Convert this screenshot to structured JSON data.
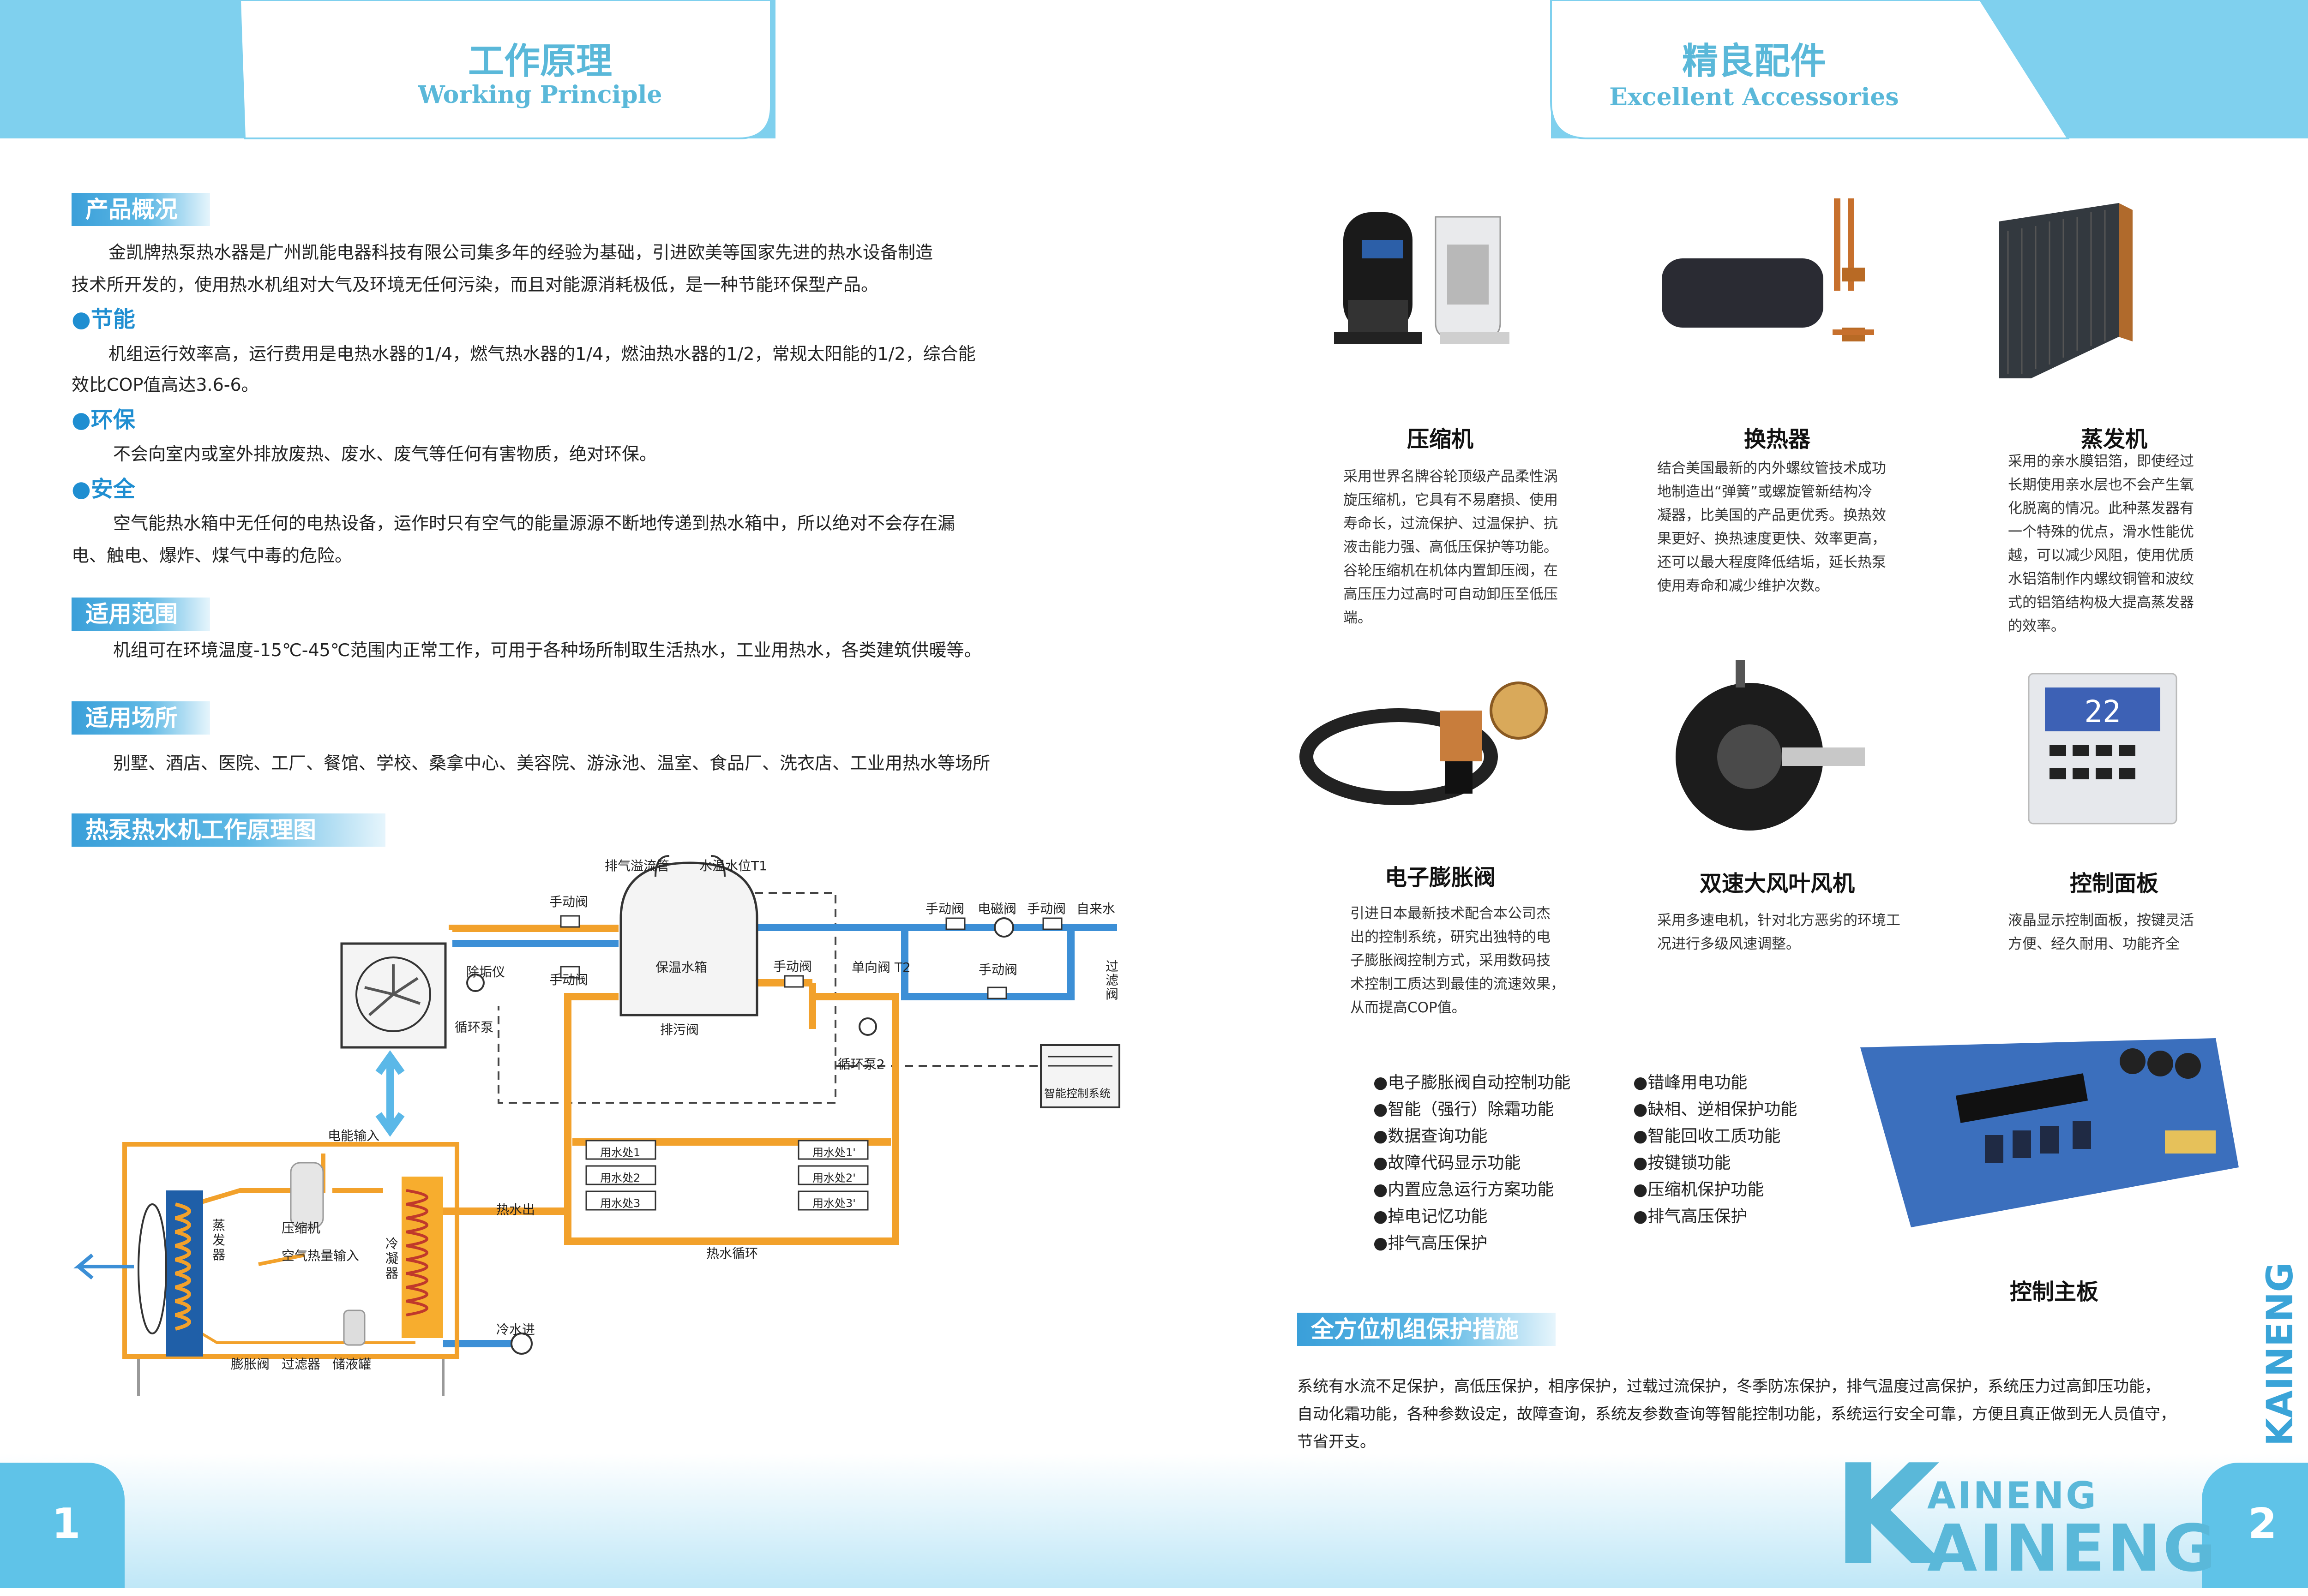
{
  "left_page": {
    "header": {
      "title_cn": "工作原理",
      "title_en": "Working Principle"
    },
    "overview": {
      "heading": "产品概况",
      "line1": "金凯牌热泵热水器是广州凯能电器科技有限公司集多年的经验为基础，引进欧美等国家先进的热水设备制造",
      "line2": "技术所开发的，使用热水机组对大气及环境无任何污染，而且对能源消耗极低，是一种节能环保型产品。"
    },
    "energy": {
      "label": "●节能",
      "line1": "机组运行效率高，运行费用是电热水器的1/4，燃气热水器的1/4，燃油热水器的1/2，常规太阳能的1/2，综合能",
      "line2": "效比COP值高达3.6-6。"
    },
    "eco": {
      "label": "●环保",
      "line1": "不会向室内或室外排放废热、废水、废气等任何有害物质，绝对环保。"
    },
    "safety": {
      "label": "●安全",
      "line1": "空气能热水箱中无任何的电热设备，运作时只有空气的能量源源不断地传递到热水箱中，所以绝对不会存在漏",
      "line2": "电、触电、爆炸、煤气中毒的危险。"
    },
    "scope": {
      "heading": "适用范围",
      "line1": "机组可在环境温度-15℃-45℃范围内正常工作，可用于各种场所制取生活热水，工业用热水，各类建筑供暖等。"
    },
    "places": {
      "heading": "适用场所",
      "line1": "别墅、酒店、医院、工厂、餐馆、学校、桑拿中心、美容院、游泳池、温室、食品厂、洗衣店、工业用热水等场所"
    },
    "diagram": {
      "heading": "热泵热水机工作原理图",
      "labels": {
        "exhaust_pipe": "排气溢流管",
        "water_temp": "水温水位T1",
        "manual_valve_1": "手动阀",
        "manual_valve_2": "手动阀",
        "manual_valve_3": "手动阀",
        "manual_valve_4": "手动阀",
        "manual_valve_5": "手动阀",
        "manual_valve_6": "手动阀",
        "solenoid_valve": "电磁阀",
        "tap_water": "自来水",
        "filter_valve": "过滤阀",
        "tank": "保温水箱",
        "descaler": "除垢仪",
        "pump_1": "循环泵",
        "drain_valve": "排污阀",
        "check_valve": "单向阀 T2",
        "pump_2": "循环泵2",
        "control_system": "智能控制系统",
        "power_input": "电能输入",
        "compressor": "压缩机",
        "evaporator": "蒸发器",
        "air_heat_input": "空气热量输入",
        "condenser": "冷凝器",
        "hot_water_out": "热水出",
        "cold_water_in": "冷水进",
        "expansion_valve": "膨胀阀",
        "filter": "过滤器",
        "receiver": "储液罐",
        "use_1": "用水处1",
        "use_2": "用水处2",
        "use_3": "用水处3",
        "use_1b": "用水处1'",
        "use_2b": "用水处2'",
        "use_3b": "用水处3'",
        "hot_loop": "热水循环"
      }
    },
    "page_number": "1"
  },
  "right_page": {
    "header": {
      "title_cn": "精良配件",
      "title_en": "Excellent Accessories"
    },
    "products": [
      {
        "name": "压缩机",
        "lines": [
          "采用世界名牌谷轮顶级产品柔性涡",
          "旋压缩机，它具有不易磨损、使用",
          "寿命长，过流保护、过温保护、抗",
          "液击能力强、高低压保护等功能。",
          "谷轮压缩机在机体内置卸压阀，在",
          "高压压力过高时可自动卸压至低压",
          "端。"
        ]
      },
      {
        "name": "换热器",
        "lines": [
          "结合美国最新的内外螺纹管技术成功",
          "地制造出“弹簧”或螺旋管新结构冷",
          "凝器，比美国的产品更优秀。换热效",
          "果更好、换热速度更快、效率更高，",
          "还可以最大程度降低结垢，延长热泵",
          "使用寿命和减少维护次数。"
        ]
      },
      {
        "name": "蒸发机",
        "lines": [
          "采用的亲水膜铝箔，即使经过",
          "长期使用亲水层也不会产生氧",
          "化脱离的情况。此种蒸发器有",
          "一个特殊的优点，滑水性能优",
          "越，可以减少风阻，使用优质",
          "水铝箔制作内螺纹铜管和波纹",
          "式的铝箔结构极大提高蒸发器",
          "的效率。"
        ]
      },
      {
        "name": "电子膨胀阀",
        "lines": [
          "引进日本最新技术配合本公司杰",
          "出的控制系统，研究出独特的电",
          "子膨胀阀控制方式，采用数码技",
          "术控制工质达到最佳的流速效果，",
          "从而提高COP值。"
        ]
      },
      {
        "name": "双速大风叶风机",
        "lines": [
          "采用多速电机，针对北方恶劣的环境工",
          "况进行多级风速调整。"
        ]
      },
      {
        "name": "控制面板",
        "lines": [
          "液晶显示控制面板，按键灵活",
          "方便、经久耐用、功能齐全"
        ]
      }
    ],
    "panel_display": "22",
    "features_left": [
      "●电子膨胀阀自动控制功能",
      "●智能（强行）除霜功能",
      "●数据查询功能",
      "●故障代码显示功能",
      "●内置应急运行方案功能",
      "●掉电记忆功能",
      "●排气高压保护"
    ],
    "features_right": [
      "●错峰用电功能",
      "●缺相、逆相保护功能",
      "●智能回收工质功能",
      "●按键锁功能",
      "●压缩机保护功能",
      "●排气高压保护"
    ],
    "board_title": "控制主板",
    "protection": {
      "heading": "全方位机组保护措施",
      "line1": "系统有水流不足保护，高低压保护，相序保护，过载过流保护，冬季防冻保护，排气温度过高保护，系统压力过高卸压功能，",
      "line2": "自动化霜功能，各种参数设定，故障查询，系统友参数查询等智能控制功能，系统运行安全可靠，方便且真正做到无人员值守，",
      "line3": "节省开支。"
    },
    "brand": {
      "letter": "K",
      "top": "AINENG",
      "bottom": "AINENG",
      "side": "KAINENG"
    },
    "page_number": "2"
  }
}
